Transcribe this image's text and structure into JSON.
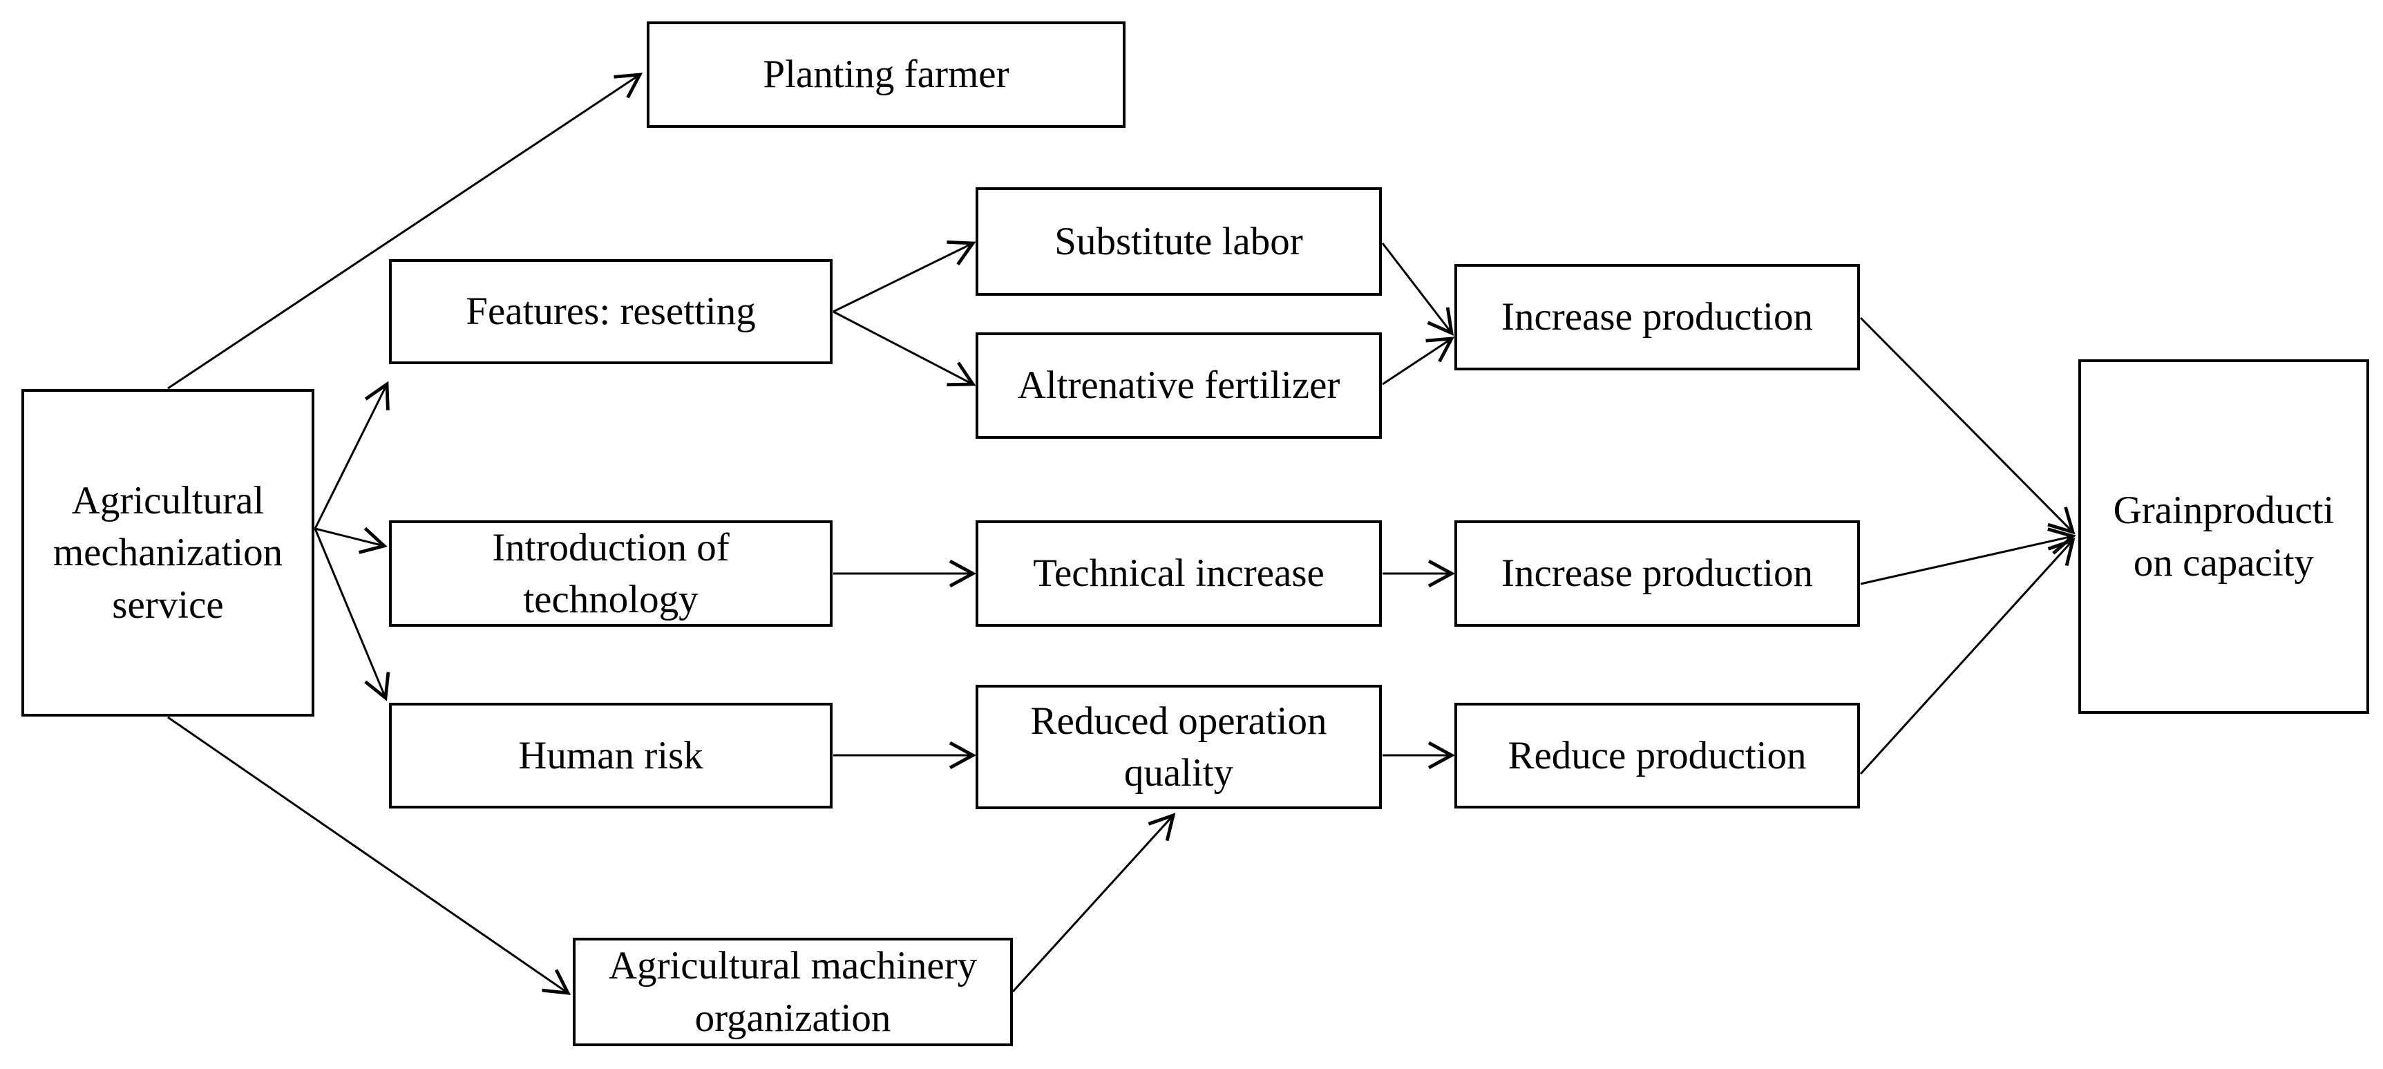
{
  "diagram": {
    "title": "Agricultural mechanization service flow diagram",
    "background_color": "#ffffff",
    "line_color": "#000000",
    "nodes": {
      "agricultural_mechanization_service": {
        "label": "Agricultural\nmechanization\nservice"
      },
      "planting_farmer": {
        "label": "Planting farmer"
      },
      "features_resetting": {
        "label": "Features: resetting"
      },
      "substitute_labor": {
        "label": "Substitute labor"
      },
      "altrenative_fertilizer": {
        "label": "Altrenative fertilizer"
      },
      "increase_production_top": {
        "label": "Increase production"
      },
      "introduction_of_technology": {
        "label": "Introduction of\ntechnology"
      },
      "technical_increase": {
        "label": "Technical increase"
      },
      "increase_production_mid": {
        "label": "Increase production"
      },
      "human_risk": {
        "label": "Human risk"
      },
      "reduced_operation_quality": {
        "label": "Reduced operation\nquality"
      },
      "reduce_production": {
        "label": "Reduce production"
      },
      "agricultural_machinery_organization": {
        "label": "Agricultural machinery\norganization"
      },
      "grain_production_capacity": {
        "label": "Grainproducti\non capacity"
      }
    },
    "edges": [
      {
        "from": "agricultural_mechanization_service",
        "to": "planting_farmer"
      },
      {
        "from": "agricultural_mechanization_service",
        "to": "features_resetting"
      },
      {
        "from": "agricultural_mechanization_service",
        "to": "introduction_of_technology"
      },
      {
        "from": "agricultural_mechanization_service",
        "to": "human_risk"
      },
      {
        "from": "agricultural_mechanization_service",
        "to": "agricultural_machinery_organization"
      },
      {
        "from": "features_resetting",
        "to": "substitute_labor"
      },
      {
        "from": "features_resetting",
        "to": "altrenative_fertilizer"
      },
      {
        "from": "substitute_labor",
        "to": "increase_production_top"
      },
      {
        "from": "altrenative_fertilizer",
        "to": "increase_production_top"
      },
      {
        "from": "introduction_of_technology",
        "to": "technical_increase"
      },
      {
        "from": "technical_increase",
        "to": "increase_production_mid"
      },
      {
        "from": "human_risk",
        "to": "reduced_operation_quality"
      },
      {
        "from": "reduced_operation_quality",
        "to": "reduce_production"
      },
      {
        "from": "agricultural_machinery_organization",
        "to": "reduced_operation_quality"
      },
      {
        "from": "increase_production_top",
        "to": "grain_production_capacity"
      },
      {
        "from": "increase_production_mid",
        "to": "grain_production_capacity"
      },
      {
        "from": "reduce_production",
        "to": "grain_production_capacity"
      }
    ]
  }
}
